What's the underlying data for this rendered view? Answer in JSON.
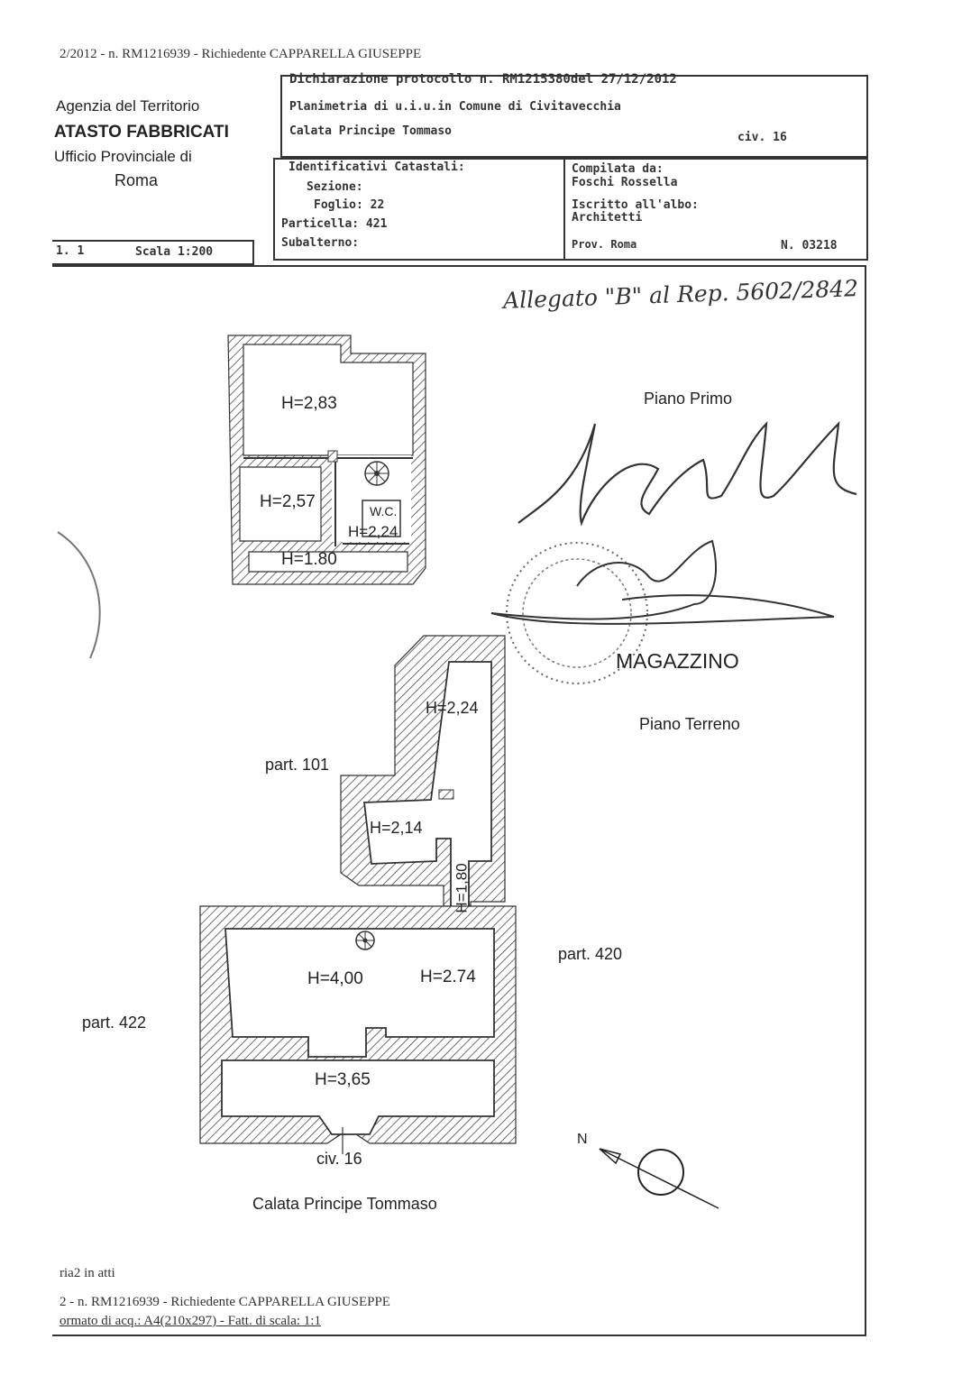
{
  "header": {
    "top_line": "2/2012 - n. RM1216939 - Richiedente CAPPARELLA GIUSEPPE",
    "agency": [
      "Agenzia del Territorio",
      "ATASTO FABBRICATI",
      "Ufficio Provinciale di",
      "Roma"
    ],
    "sheet": "1",
    "scale": "Scala 1:200"
  },
  "protocol": {
    "declaration": "Dichiarazione protocollo n. RM1215380del 27/12/2012",
    "plan": "Planimetria di u.i.u.in Comune di Civitavecchia",
    "street": "Calata Principe Tommaso",
    "civic": "civ. 16"
  },
  "identifiers": {
    "title": "Identificativi Catastali:",
    "sezione": "Sezione:",
    "foglio": "Foglio: 22",
    "particella": "Particella: 421",
    "subalterno": "Subalterno:"
  },
  "compiler": {
    "compiled_by_label": "Compilata da:",
    "compiled_by": "Foschi Rossella",
    "registered_label": "Iscritto all'albo:",
    "registered": "Architetti",
    "province": "Prov. Roma",
    "number": "N. 03218"
  },
  "annotation": "Allegato \"B\" al Rep. 5602/2842",
  "plan": {
    "floor_first": "Piano Primo",
    "floor_ground": "Piano Terreno",
    "use": "MAGAZZINO",
    "heights_first": [
      "H=2,83",
      "H=2,57",
      "W.C.",
      "H=2,24",
      "H=1.80"
    ],
    "heights_ground": [
      "H=2,24",
      "H=2,14",
      "H=1,80",
      "H=4,00",
      "H=2.74",
      "H=3,65"
    ],
    "parcels": [
      "part. 101",
      "part. 420",
      "part. 422"
    ],
    "civic": "civ. 16",
    "street": "Calata Principe Tommaso",
    "north": "N"
  },
  "footer": {
    "note": "ria2 in atti",
    "request": "2 - n. RM1216939 - Richiedente CAPPARELLA GIUSEPPE",
    "format": "ormato di acq.: A4(210x297) - Fatt. di scala: 1:1"
  }
}
